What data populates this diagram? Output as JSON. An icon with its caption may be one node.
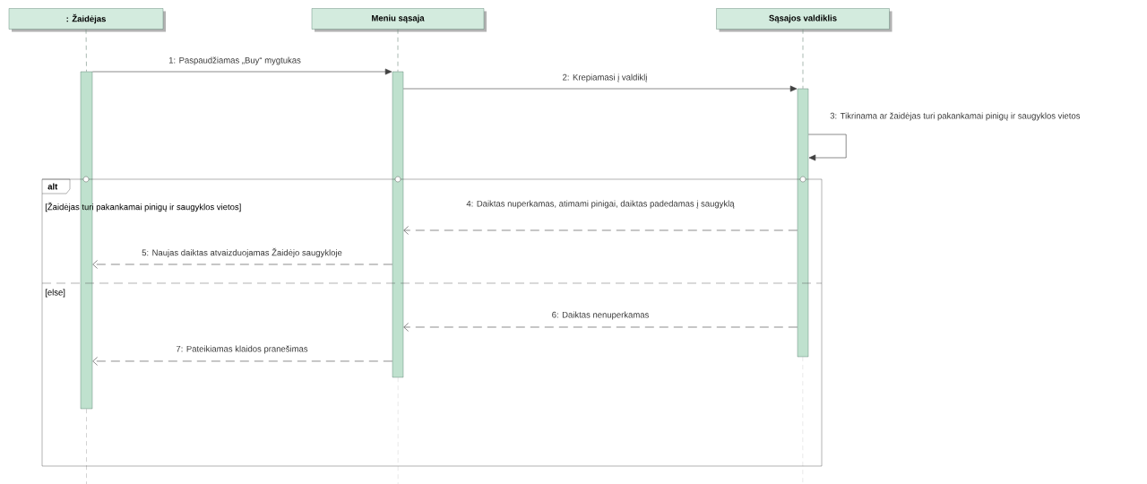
{
  "diagram": {
    "nodes": [
      {
        "text": [
          ": Žaidėjas"
        ]
      },
      {
        "text": [
          "Meniu sąsaja"
        ]
      },
      {
        "text": [
          "Sąsajos valdiklis"
        ]
      },
      {
        "text": [],
        "shape": "bar"
      },
      {
        "text": [],
        "shape": "bar"
      },
      {
        "text": [],
        "shape": "bar"
      }
    ],
    "labels": [
      "alt",
      "[Žaidėjas turi pakankamai pinigų ir saugyklos vietos]",
      "[else]"
    ],
    "edges": [
      {
        "from": 3,
        "to": 4,
        "arrow": "to",
        "label": "1: Paspaudžiamas „Buy“ mygtukas"
      },
      {
        "from": 4,
        "to": 5,
        "arrow": "to",
        "label": "2: Krepiamasi į valdiklį"
      },
      {
        "from": 5,
        "to": 5,
        "arrow": "to",
        "label": "3: Tikrinama ar žaidėjas turi pakankamai pinigų ir saugyklos vietos"
      },
      {
        "from": 5,
        "to": 4,
        "arrow": "to",
        "style": "dashed",
        "label": "4: Daiktas nuperkamas, atimami pinigai, daiktas padedamas į saugyklą"
      },
      {
        "from": 4,
        "to": 3,
        "arrow": "to",
        "style": "dashed",
        "label": "5: Naujas daiktas atvaizduojamas Žaidėjo saugykloje"
      },
      {
        "from": 5,
        "to": 4,
        "arrow": "to",
        "style": "dashed",
        "label": "6: Daiktas nenuperkamas"
      },
      {
        "from": 4,
        "to": 3,
        "arrow": "to",
        "style": "dashed",
        "label": "7: Pateikiamas klaidos pranešimas"
      },
      {
        "from": 0,
        "to": 3,
        "arrow": "none",
        "style": "dashed",
        "color": "#6f8a7c"
      },
      {
        "from": 1,
        "to": 4,
        "arrow": "none",
        "style": "dashed",
        "color": "#6f8a7c"
      },
      {
        "from": 2,
        "to": 5,
        "arrow": "none",
        "style": "dashed",
        "color": "#6f8a7c"
      }
    ]
  }
}
